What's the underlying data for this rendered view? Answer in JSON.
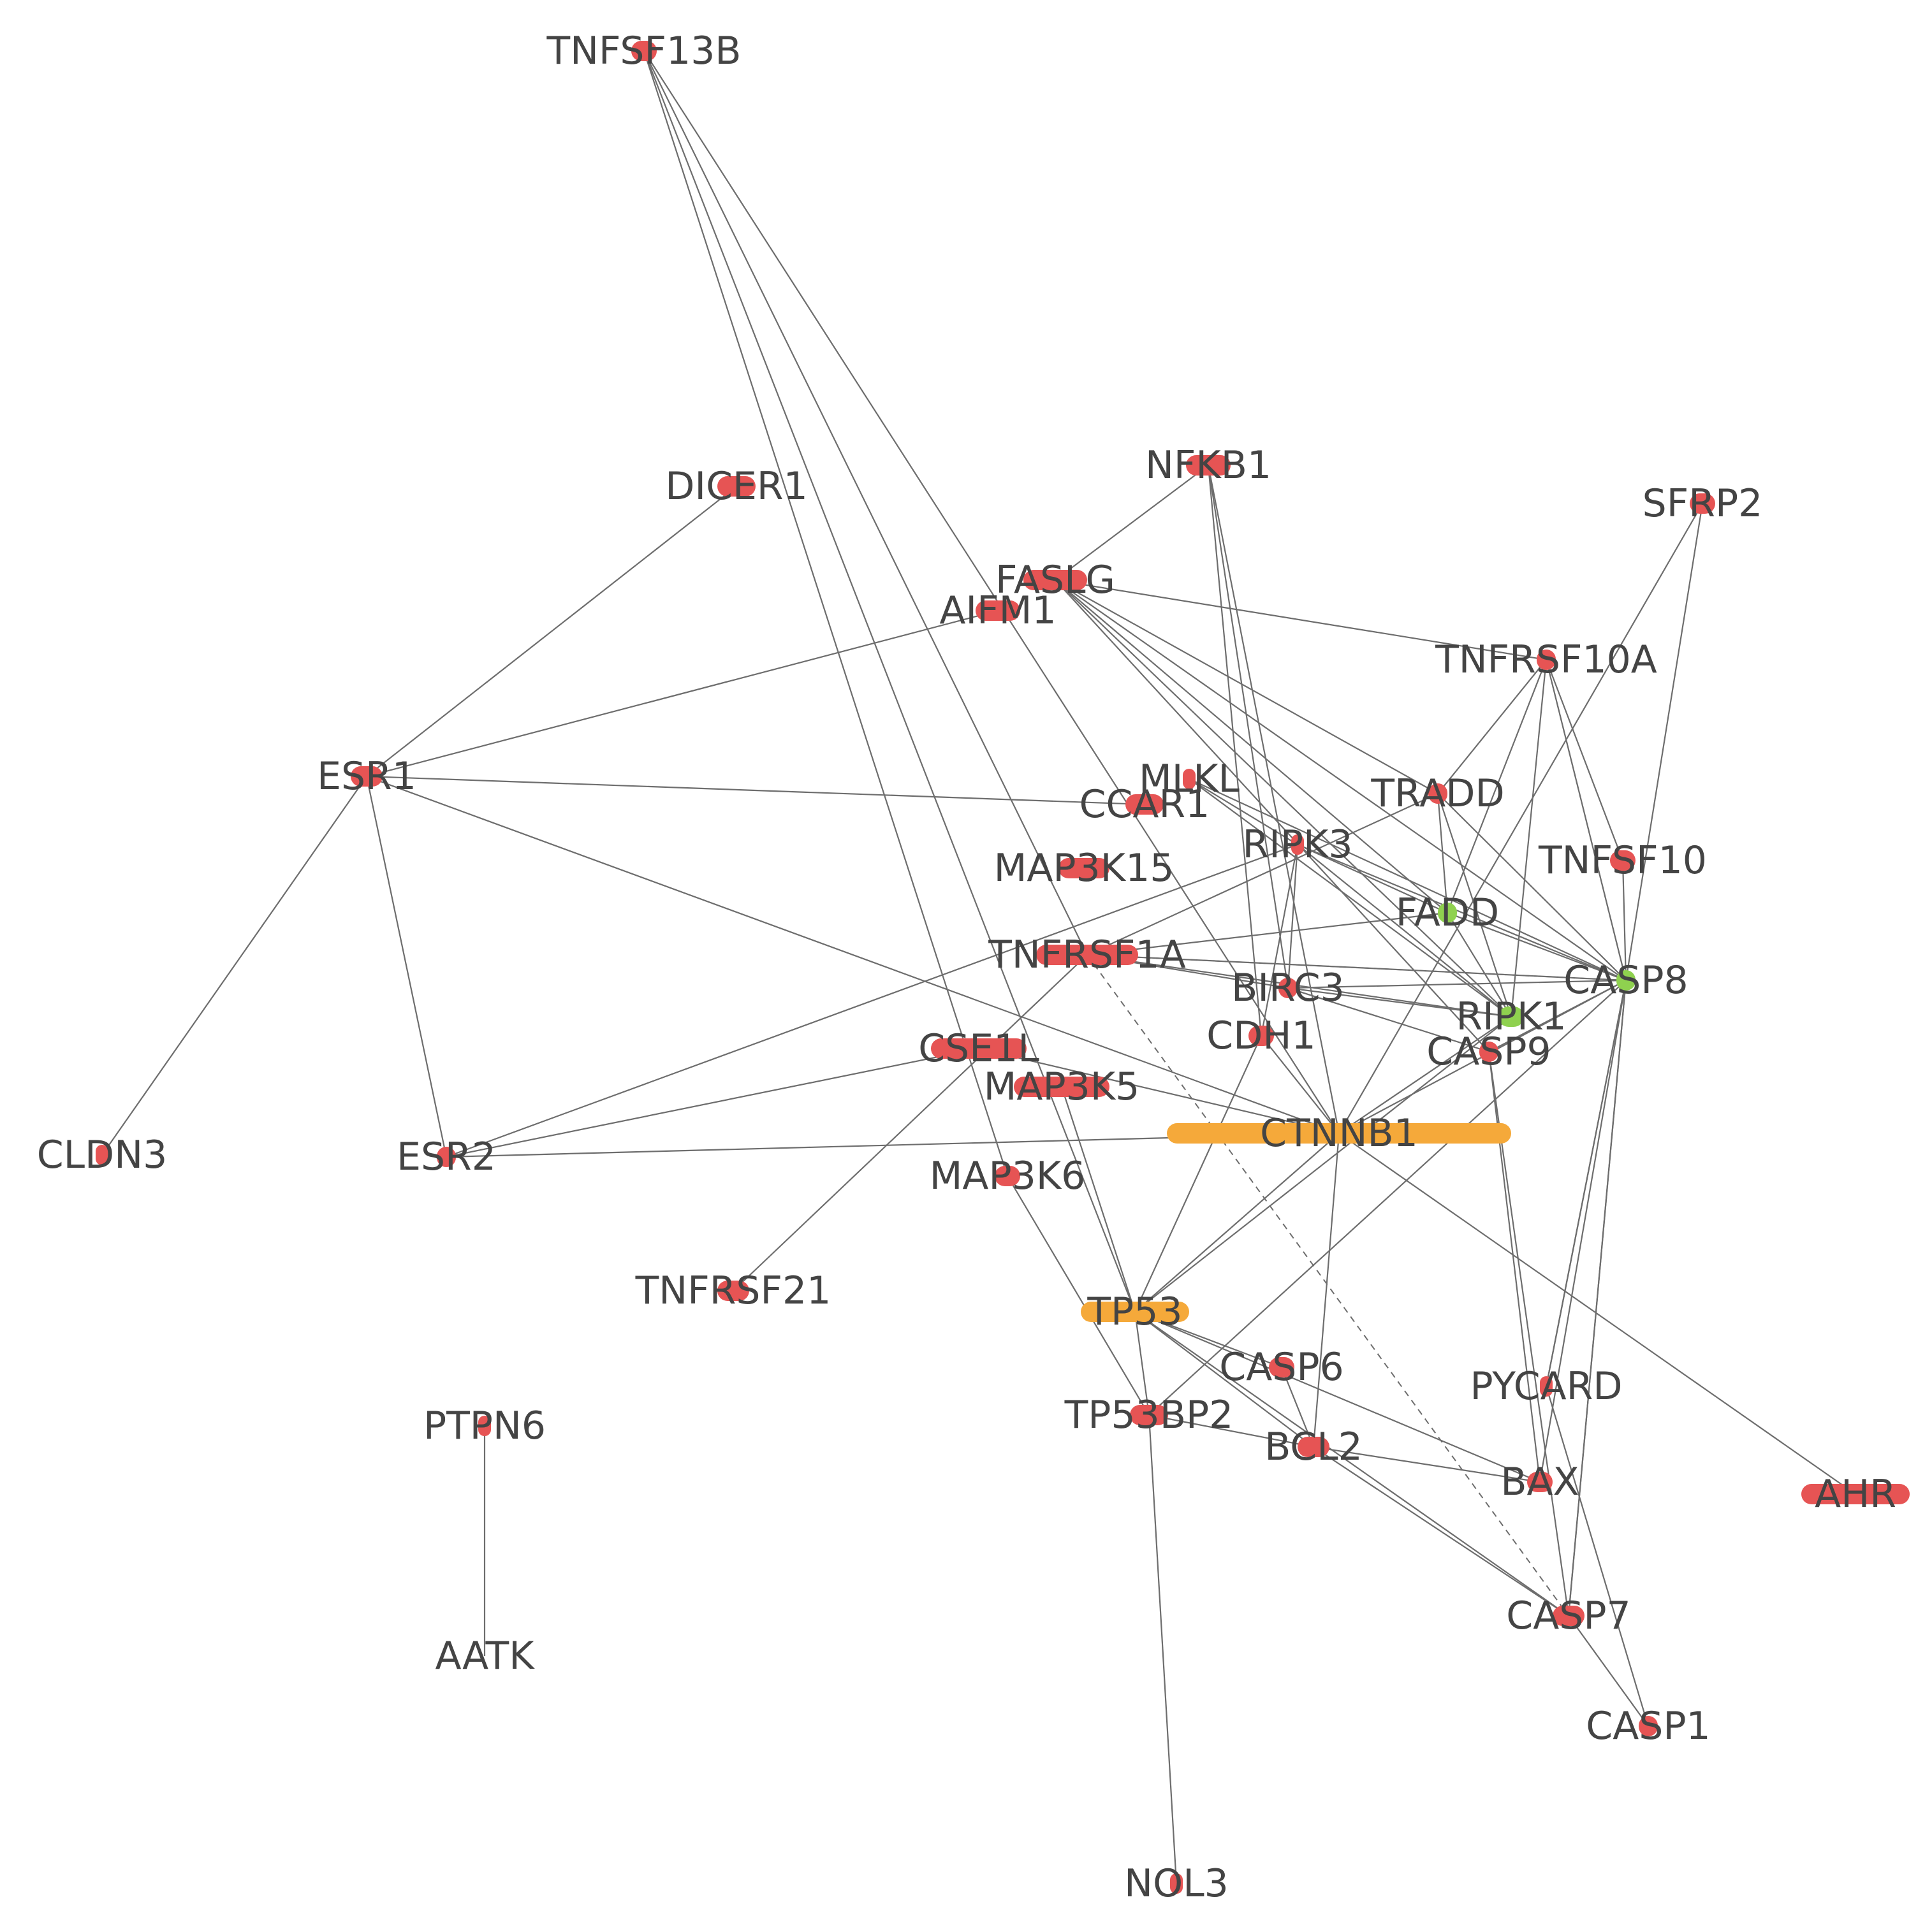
{
  "colors": {
    "node_default": "#e65454",
    "node_hub": "#f5a93a",
    "node_green": "#8fd14f",
    "edge": "#6d6d6d",
    "label": "#444444"
  },
  "nodes": [
    {
      "id": "TNFSF13B",
      "label": "TNFSF13B",
      "color": "node_default"
    },
    {
      "id": "DICER1",
      "label": "DICER1",
      "color": "node_default"
    },
    {
      "id": "NFKB1",
      "label": "NFKB1",
      "color": "node_default"
    },
    {
      "id": "SFRP2",
      "label": "SFRP2",
      "color": "node_default"
    },
    {
      "id": "FASLG",
      "label": "FASLG",
      "color": "node_default"
    },
    {
      "id": "AIFM1",
      "label": "AIFM1",
      "color": "node_default"
    },
    {
      "id": "TNFRSF10A",
      "label": "TNFRSF10A",
      "color": "node_default"
    },
    {
      "id": "ESR1",
      "label": "ESR1",
      "color": "node_default"
    },
    {
      "id": "MLKL",
      "label": "MLKL",
      "color": "node_default"
    },
    {
      "id": "CCAR1",
      "label": "CCAR1",
      "color": "node_default"
    },
    {
      "id": "TRADD",
      "label": "TRADD",
      "color": "node_default"
    },
    {
      "id": "RIPK3",
      "label": "RIPK3",
      "color": "node_default"
    },
    {
      "id": "TNFSF10",
      "label": "TNFSF10",
      "color": "node_default"
    },
    {
      "id": "MAP3K15",
      "label": "MAP3K15",
      "color": "node_default"
    },
    {
      "id": "FADD",
      "label": "FADD",
      "color": "node_green"
    },
    {
      "id": "TNFRSF1A",
      "label": "TNFRSF1A",
      "color": "node_default"
    },
    {
      "id": "CASP8",
      "label": "CASP8",
      "color": "node_green"
    },
    {
      "id": "BIRC3",
      "label": "BIRC3",
      "color": "node_default"
    },
    {
      "id": "RIPK1",
      "label": "RIPK1",
      "color": "node_green"
    },
    {
      "id": "CDH1",
      "label": "CDH1",
      "color": "node_default"
    },
    {
      "id": "CASP9",
      "label": "CASP9",
      "color": "node_default"
    },
    {
      "id": "CSE1L",
      "label": "CSE1L",
      "color": "node_default"
    },
    {
      "id": "MAP3K5",
      "label": "MAP3K5",
      "color": "node_default"
    },
    {
      "id": "CTNNB1",
      "label": "CTNNB1",
      "color": "node_hub"
    },
    {
      "id": "CLDN3",
      "label": "CLDN3",
      "color": "node_default"
    },
    {
      "id": "ESR2",
      "label": "ESR2",
      "color": "node_default"
    },
    {
      "id": "MAP3K6",
      "label": "MAP3K6",
      "color": "node_default"
    },
    {
      "id": "TNFRSF21",
      "label": "TNFRSF21",
      "color": "node_default"
    },
    {
      "id": "TP53",
      "label": "TP53",
      "color": "node_hub"
    },
    {
      "id": "CASP6",
      "label": "CASP6",
      "color": "node_default"
    },
    {
      "id": "PYCARD",
      "label": "PYCARD",
      "color": "node_default"
    },
    {
      "id": "PTPN6",
      "label": "PTPN6",
      "color": "node_default"
    },
    {
      "id": "TP53BP2",
      "label": "TP53BP2",
      "color": "node_default"
    },
    {
      "id": "BCL2",
      "label": "BCL2",
      "color": "node_default"
    },
    {
      "id": "BAX",
      "label": "BAX",
      "color": "node_default"
    },
    {
      "id": "AHR",
      "label": "AHR",
      "color": "node_default"
    },
    {
      "id": "CASP7",
      "label": "CASP7",
      "color": "node_default"
    },
    {
      "id": "AATK",
      "label": "AATK",
      "color": "node_default"
    },
    {
      "id": "CASP1",
      "label": "CASP1",
      "color": "node_default"
    },
    {
      "id": "NOL3",
      "label": "NOL3",
      "color": "node_default"
    }
  ],
  "edges": [
    [
      "TNFSF13B",
      "TNFRSF1A"
    ],
    [
      "TNFSF13B",
      "CTNNB1"
    ],
    [
      "TNFSF13B",
      "MAP3K6"
    ],
    [
      "TNFSF13B",
      "TP53"
    ],
    [
      "DICER1",
      "ESR1"
    ],
    [
      "AIFM1",
      "ESR1"
    ],
    [
      "ESR1",
      "CCAR1"
    ],
    [
      "ESR1",
      "CTNNB1"
    ],
    [
      "ESR1",
      "CLDN3"
    ],
    [
      "ESR1",
      "ESR2"
    ],
    [
      "ESR2",
      "CSE1L"
    ],
    [
      "ESR2",
      "CTNNB1"
    ],
    [
      "ESR2",
      "RIPK3"
    ],
    [
      "NFKB1",
      "FASLG"
    ],
    [
      "NFKB1",
      "CDH1"
    ],
    [
      "NFKB1",
      "BIRC3"
    ],
    [
      "NFKB1",
      "CTNNB1"
    ],
    [
      "FASLG",
      "FADD"
    ],
    [
      "FASLG",
      "CASP8"
    ],
    [
      "FASLG",
      "RIPK1"
    ],
    [
      "FASLG",
      "TRADD"
    ],
    [
      "FASLG",
      "CASP9"
    ],
    [
      "FASLG",
      "TNFRSF10A"
    ],
    [
      "SFRP2",
      "CTNNB1"
    ],
    [
      "SFRP2",
      "CASP8"
    ],
    [
      "TNFRSF10A",
      "CASP8"
    ],
    [
      "TNFRSF10A",
      "FADD"
    ],
    [
      "TNFRSF10A",
      "RIPK1"
    ],
    [
      "TNFRSF10A",
      "TNFSF10"
    ],
    [
      "TNFRSF10A",
      "TRADD"
    ],
    [
      "MLKL",
      "RIPK3"
    ],
    [
      "MLKL",
      "RIPK1"
    ],
    [
      "MLKL",
      "CASP8"
    ],
    [
      "TRADD",
      "FADD"
    ],
    [
      "TRADD",
      "CASP8"
    ],
    [
      "TRADD",
      "RIPK1"
    ],
    [
      "TRADD",
      "TNFRSF1A"
    ],
    [
      "RIPK3",
      "RIPK1"
    ],
    [
      "RIPK3",
      "CASP8"
    ],
    [
      "RIPK3",
      "FADD"
    ],
    [
      "RIPK3",
      "BIRC3"
    ],
    [
      "RIPK3",
      "CDH1"
    ],
    [
      "TNFSF10",
      "CASP8"
    ],
    [
      "FADD",
      "CASP8"
    ],
    [
      "FADD",
      "RIPK1"
    ],
    [
      "FADD",
      "TNFRSF1A"
    ],
    [
      "TNFRSF1A",
      "CASP8"
    ],
    [
      "TNFRSF1A",
      "RIPK1"
    ],
    [
      "TNFRSF1A",
      "BIRC3"
    ],
    [
      "BIRC3",
      "CASP9"
    ],
    [
      "BIRC3",
      "RIPK1"
    ],
    [
      "BIRC3",
      "CASP8"
    ],
    [
      "CDH1",
      "CTNNB1"
    ],
    [
      "CDH1",
      "TP53"
    ],
    [
      "CASP8",
      "CASP9"
    ],
    [
      "CASP8",
      "CASP7"
    ],
    [
      "CASP8",
      "PYCARD"
    ],
    [
      "CASP8",
      "CTNNB1"
    ],
    [
      "CASP8",
      "BAX"
    ],
    [
      "CASP9",
      "CASP7"
    ],
    [
      "CASP9",
      "BAX"
    ],
    [
      "RIPK1",
      "TP53"
    ],
    [
      "RIPK1",
      "CTNNB1"
    ],
    [
      "CSE1L",
      "CTNNB1"
    ],
    [
      "MAP3K5",
      "TP53"
    ],
    [
      "MAP3K6",
      "TP53BP2"
    ],
    [
      "CTNNB1",
      "AHR"
    ],
    [
      "CTNNB1",
      "TP53"
    ],
    [
      "CTNNB1",
      "BCL2"
    ],
    [
      "TNFRSF21",
      "TNFRSF1A"
    ],
    [
      "TP53",
      "TP53BP2"
    ],
    [
      "TP53",
      "BCL2"
    ],
    [
      "TP53",
      "BAX"
    ],
    [
      "TP53",
      "CASP6"
    ],
    [
      "TP53",
      "CASP7"
    ],
    [
      "TP53BP2",
      "BCL2"
    ],
    [
      "TP53BP2",
      "NOL3"
    ],
    [
      "TP53BP2",
      "CASP8"
    ],
    [
      "BCL2",
      "BAX"
    ],
    [
      "BCL2",
      "CASP6"
    ],
    [
      "BCL2",
      "CASP7"
    ],
    [
      "PYCARD",
      "CASP1"
    ],
    [
      "PYCARD",
      "CASP8"
    ],
    [
      "CASP7",
      "CASP1"
    ],
    [
      "CASP7",
      "CASP8"
    ],
    [
      "PTPN6",
      "AATK"
    ]
  ],
  "dashed_edges": [
    [
      "TNFRSF1A",
      "CASP7"
    ],
    [
      "TNFRSF1A",
      "CASP8"
    ],
    [
      "TNFRSF10A",
      "CASP8"
    ]
  ]
}
